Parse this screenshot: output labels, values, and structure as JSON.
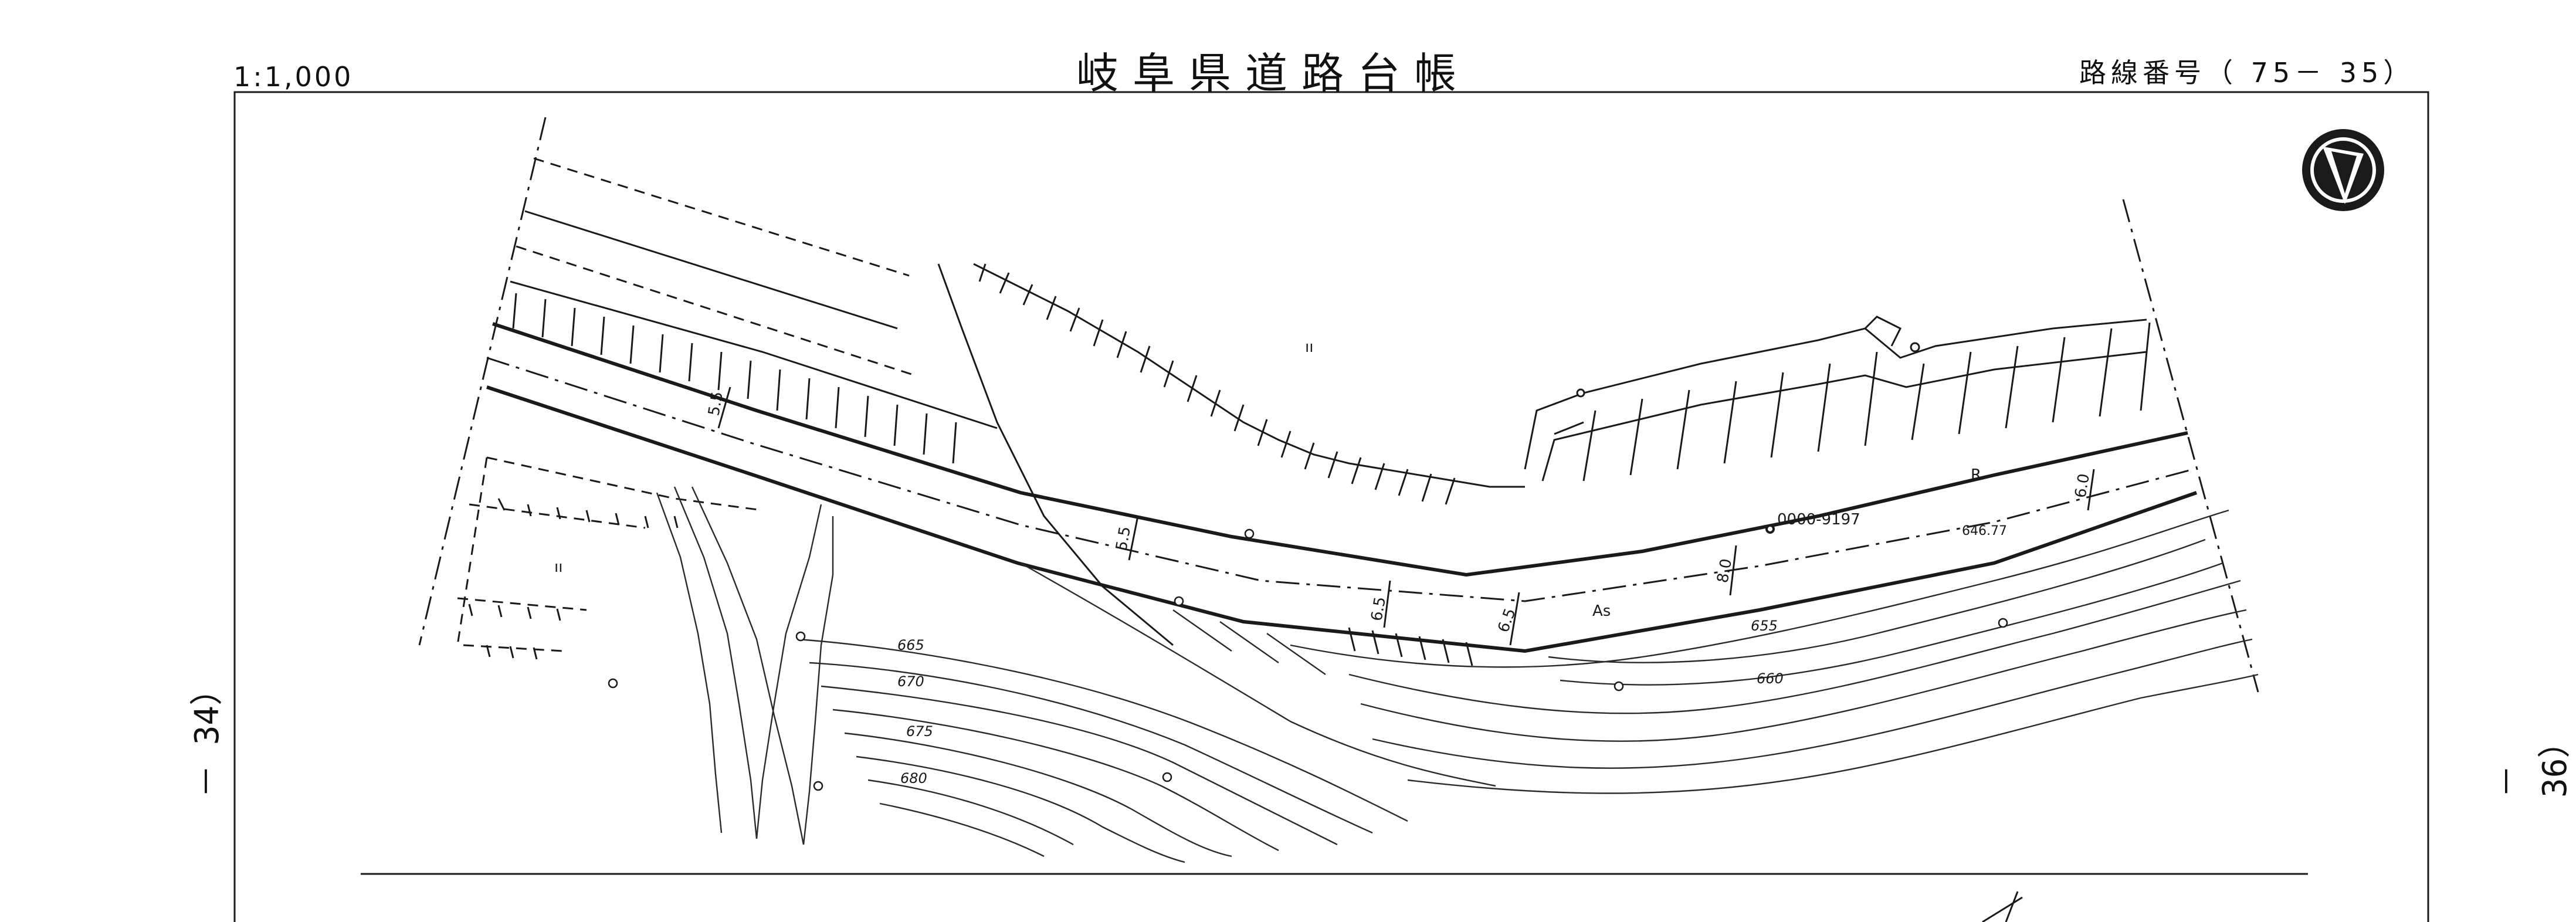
{
  "header": {
    "scale": "1:1,000",
    "title": "岐阜県道路台帳",
    "route_number": "路線番号（ 75－ 35）"
  },
  "sheet_refs": {
    "left": "－ 34）",
    "right": "－ 36）"
  },
  "map_labels": {
    "benchmark": "0000-9197",
    "elevation_point": "646.77",
    "surface": "As",
    "retaining_wall_mark": "R",
    "widths": [
      "5.5",
      "5.5",
      "6.5",
      "6.5",
      "8.0",
      "6.0"
    ],
    "contours": [
      "665",
      "670",
      "675",
      "680",
      "655",
      "660"
    ],
    "field_mark": "ıı"
  },
  "icons": {
    "north_arrow": "north-arrow-icon"
  }
}
